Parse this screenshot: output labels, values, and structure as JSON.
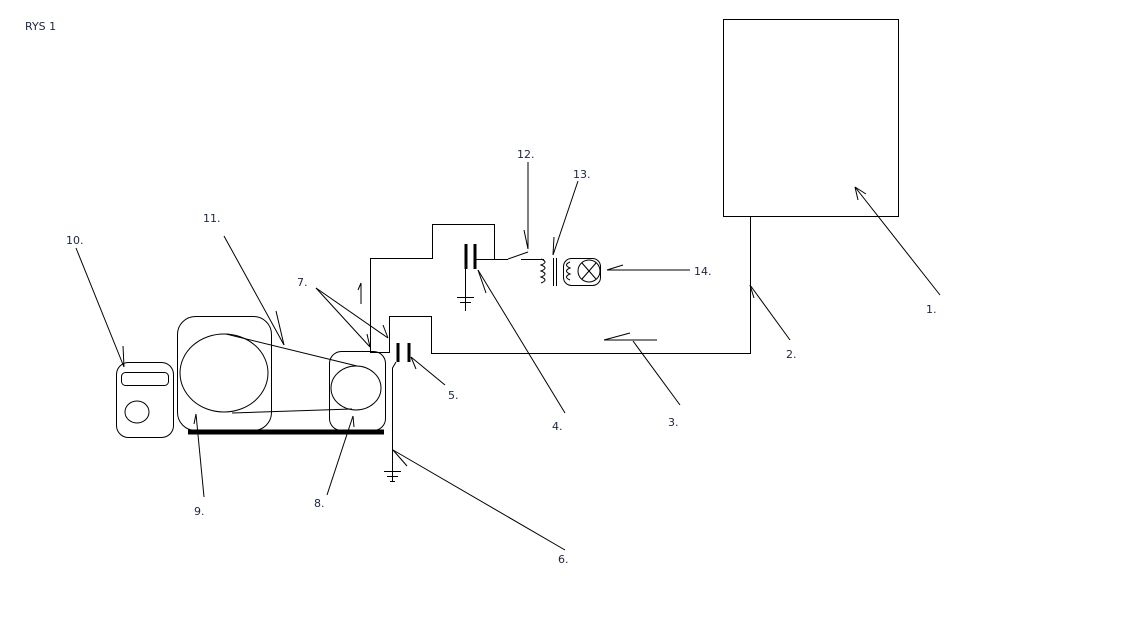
{
  "title": "RYS 1",
  "labels": {
    "l1": "1.",
    "l2": "2.",
    "l3": "3.",
    "l4": "4.",
    "l5": "5.",
    "l6": "6.",
    "l7": "7.",
    "l8": "8.",
    "l9": "9.",
    "l10": "10.",
    "l11": "11.",
    "l12": "12.",
    "l13": "13.",
    "l14": "14."
  }
}
